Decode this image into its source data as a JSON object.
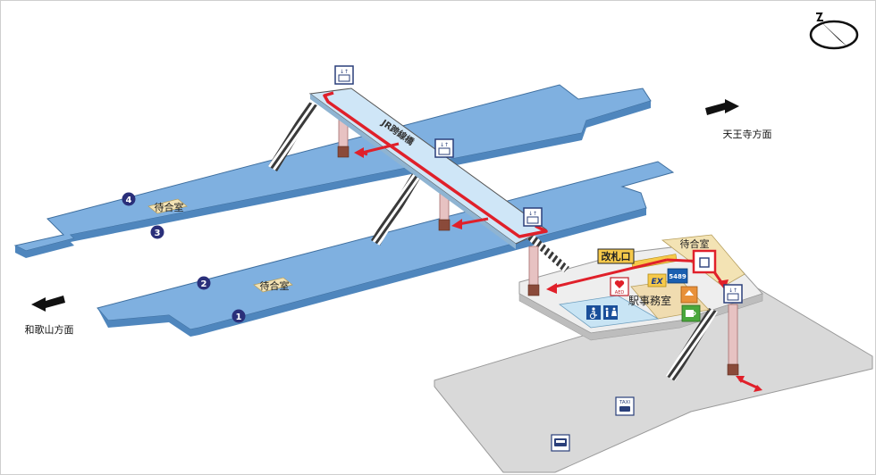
{
  "map": {
    "direction_tennoji": "天王寺方面",
    "direction_wakayama": "和歌山方面",
    "bridge_label": "JR跨線橋",
    "waiting_rooms": [
      "待合室",
      "待合室",
      "待合室"
    ],
    "ticket_gate": "改札口",
    "station_office": "駅事務室",
    "platforms": [
      "1",
      "2",
      "3",
      "4"
    ],
    "aed_label": "AED",
    "ex_label": "EX",
    "ticket_machine_number": "5489",
    "taxi_label": "TAXI",
    "colors": {
      "platform": "#7fb0e0",
      "platform_edge": "#3f6f9f",
      "route": "#e0202a",
      "number_badge": "#2a2f7a",
      "concourse": "#eeeeee",
      "plaza": "#d9d9d9",
      "waiting_room": "#f3e3b4",
      "ticket_gate_box": "#f6c94a",
      "toilet_box": "#c8e4f4"
    },
    "icons": [
      "compass-icon",
      "direction-arrow-icon",
      "elevator-icon",
      "stairs-icon",
      "aed-icon",
      "ex-icon",
      "ticket-machine-icon",
      "shop-icon",
      "coffee-icon",
      "accessible-icon",
      "restroom-icon",
      "taxi-icon",
      "bus-icon"
    ]
  }
}
